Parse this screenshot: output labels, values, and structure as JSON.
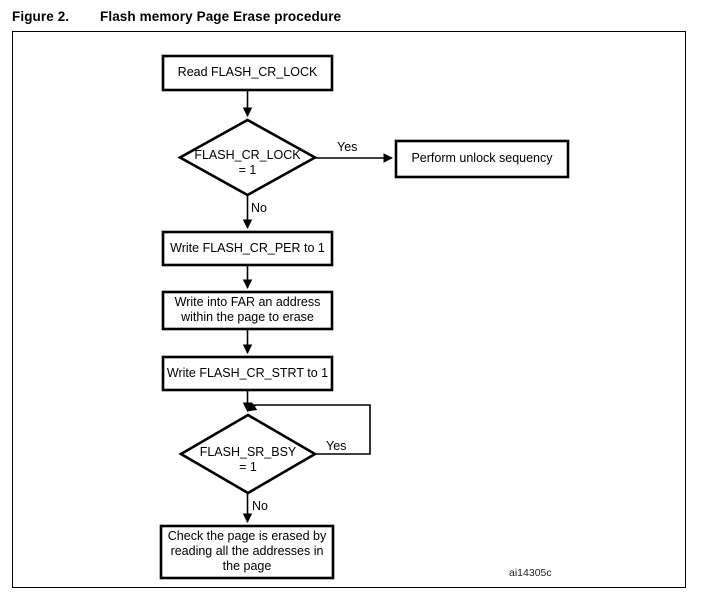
{
  "figure": {
    "label": "Figure 2.",
    "title": "Flash memory Page Erase procedure",
    "identifier": "ai14305c"
  },
  "colors": {
    "line": "#000000",
    "frame": "#000000",
    "background": "#ffffff",
    "identifier_text": "#231f20"
  },
  "diagram": {
    "type": "flowchart",
    "nodes": [
      {
        "id": "read-lock",
        "shape": "process",
        "text": "Read FLASH_CR_LOCK"
      },
      {
        "id": "lock-decision",
        "shape": "decision",
        "text": "FLASH_CR_LOCK\n= 1"
      },
      {
        "id": "unlock-sequence",
        "shape": "process",
        "text": "Perform unlock sequency"
      },
      {
        "id": "write-per",
        "shape": "process",
        "text": "Write FLASH_CR_PER to 1"
      },
      {
        "id": "write-far",
        "shape": "process",
        "text": "Write into FAR an address\nwithin the page to erase"
      },
      {
        "id": "write-strt",
        "shape": "process",
        "text": "Write FLASH_CR_STRT to 1"
      },
      {
        "id": "bsy-decision",
        "shape": "decision",
        "text": "FLASH_SR_BSY\n= 1"
      },
      {
        "id": "check-erased",
        "shape": "process",
        "text": "Check the page is erased by\nreading all the addresses in\nthe page"
      }
    ],
    "edges": [
      {
        "id": "read-to-lock",
        "from": "read-lock",
        "to": "lock-decision",
        "label": ""
      },
      {
        "id": "lock-yes",
        "from": "lock-decision",
        "to": "unlock-sequence",
        "label": "Yes"
      },
      {
        "id": "lock-no",
        "from": "lock-decision",
        "to": "write-per",
        "label": "No"
      },
      {
        "id": "per-to-far",
        "from": "write-per",
        "to": "write-far",
        "label": ""
      },
      {
        "id": "far-to-strt",
        "from": "write-far",
        "to": "write-strt",
        "label": ""
      },
      {
        "id": "strt-to-bsy",
        "from": "write-strt",
        "to": "bsy-decision",
        "label": ""
      },
      {
        "id": "bsy-yes",
        "from": "bsy-decision",
        "to": "bsy-decision",
        "label": "Yes"
      },
      {
        "id": "bsy-no",
        "from": "bsy-decision",
        "to": "check-erased",
        "label": "No"
      }
    ]
  }
}
